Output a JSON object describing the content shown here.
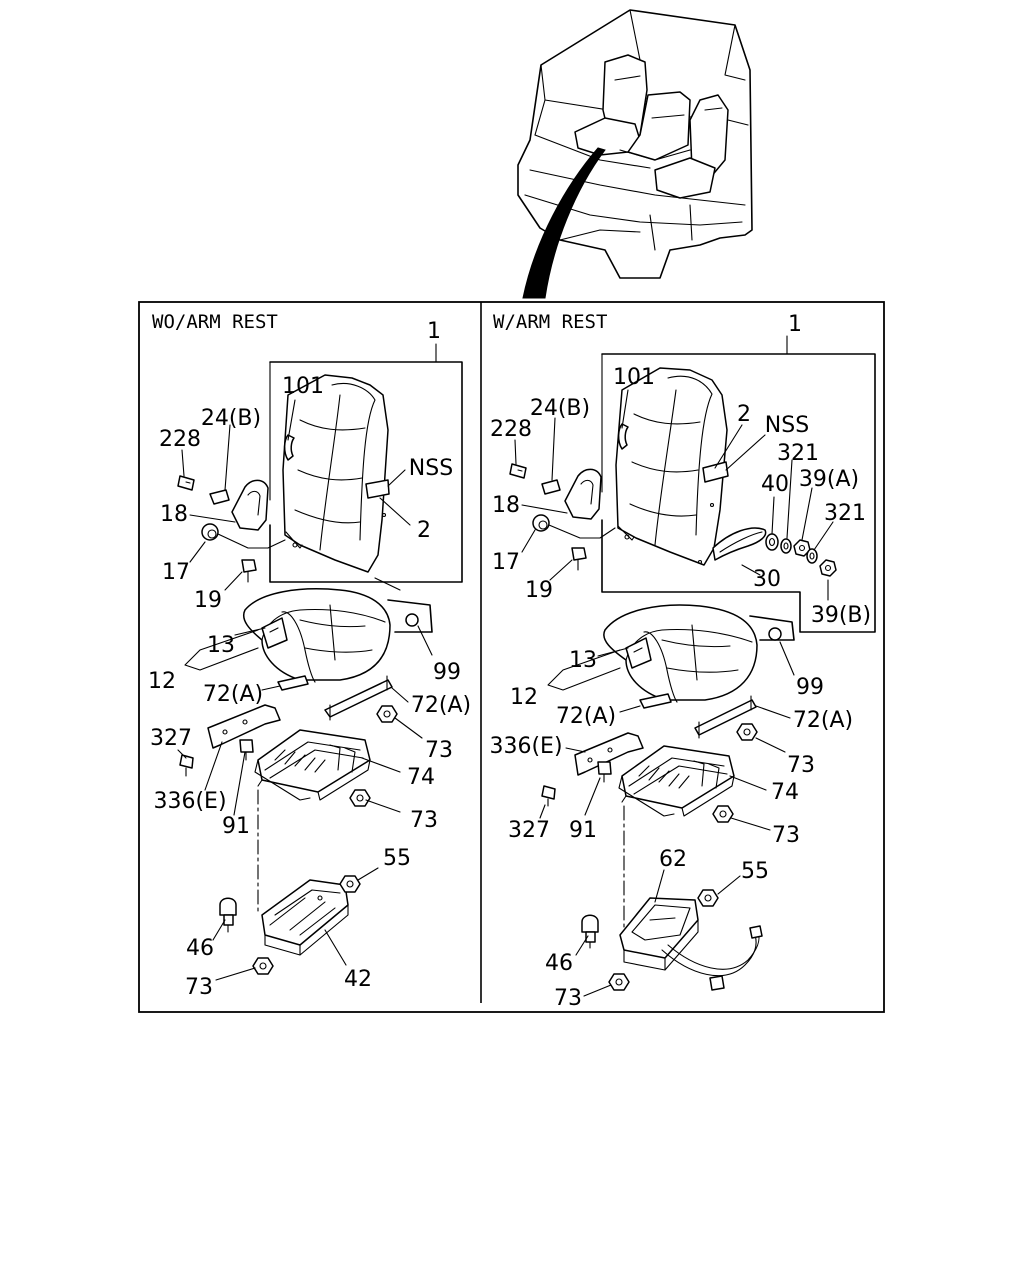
{
  "panels": {
    "left": {
      "title": "WO/ARM REST"
    },
    "right": {
      "title": "W/ARM REST"
    }
  },
  "left_callouts": [
    "1",
    "101",
    "24(B)",
    "228",
    "NSS",
    "18",
    "2",
    "17",
    "19",
    "13",
    "99",
    "12",
    "72(A)",
    "72(A)",
    "327",
    "73",
    "74",
    "336(E)",
    "73",
    "91",
    "55",
    "46",
    "42",
    "73"
  ],
  "right_callouts": [
    "1",
    "101",
    "24(B)",
    "228",
    "2",
    "NSS",
    "321",
    "40",
    "39(A)",
    "18",
    "321",
    "17",
    "30",
    "19",
    "39(B)",
    "13",
    "99",
    "12",
    "72(A)",
    "72(A)",
    "336(E)",
    "73",
    "74",
    "327",
    "91",
    "73",
    "62",
    "55",
    "46",
    "73"
  ]
}
